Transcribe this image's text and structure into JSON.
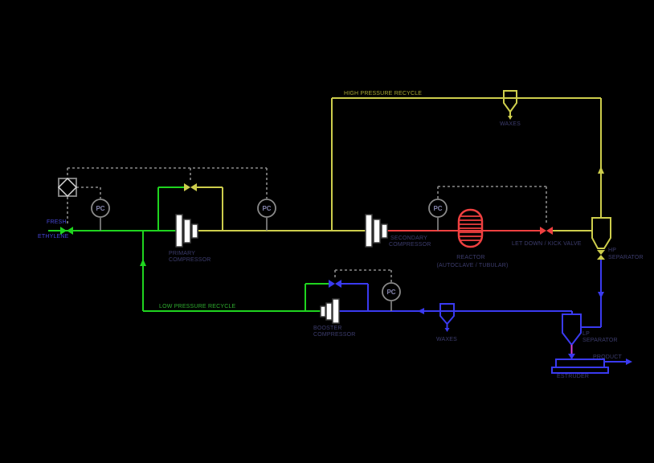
{
  "colors": {
    "background": "#000000",
    "stream_green": "#1fd41f",
    "stream_olive": "#cdcd4c",
    "stream_red": "#ef4040",
    "stream_blue": "#3a3af0",
    "stream_magenta": "#d944d9",
    "instrument_gray": "#8a8a8a",
    "label_navy": "#3d3d6e",
    "label_blue": "#4646d8",
    "label_green": "#2fae2f",
    "label_olive": "#a8a832"
  },
  "streams": {
    "fresh_ethylene": {
      "line1": "FRESH",
      "line2": "ETHYLENE"
    },
    "high_pressure_recycle": {
      "label": "HIGH PRESSURE RECYCLE"
    },
    "low_pressure_recycle": {
      "label": "LOW PRESSURE RECYCLE"
    },
    "product": {
      "label": "PRODUCT"
    }
  },
  "equipment": {
    "primary_compressor": {
      "line1": "PRIMARY",
      "line2": "COMPRESSOR"
    },
    "secondary_compressor": {
      "line1": "SECONDARY",
      "line2": "COMPRESSOR"
    },
    "booster_compressor": {
      "line1": "BOOSTER",
      "line2": "COMPRESSOR"
    },
    "reactor": {
      "line1": "REACTOR",
      "line2": "(AUTOCLAVE / TUBULAR)"
    },
    "let_down_valve": {
      "label": "LET DOWN / KICK VALVE"
    },
    "hp_separator": {
      "line1": "HP",
      "line2": "SEPARATOR"
    },
    "lp_separator": {
      "line1": "LP",
      "line2": "SEPARATOR"
    },
    "waxes_hp": {
      "label": "WAXES"
    },
    "waxes_lp": {
      "label": "WAXES"
    },
    "extruder": {
      "label": "ESTRUDER"
    }
  },
  "instruments": {
    "pc_feed": "PC",
    "pc_primary": "PC",
    "pc_reactor": "PC",
    "pc_booster": "PC"
  }
}
